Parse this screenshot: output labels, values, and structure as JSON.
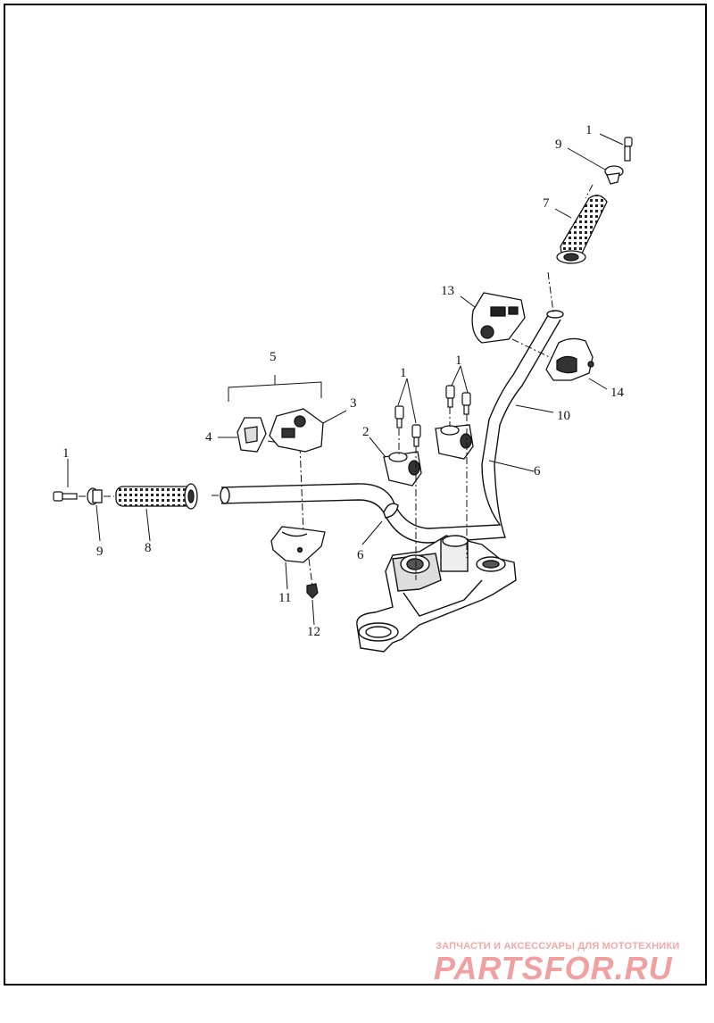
{
  "callouts": {
    "c1_top": "1",
    "c9_top": "9",
    "c7": "7",
    "c13": "13",
    "c14": "14",
    "c10": "10",
    "c1_mid_a": "1",
    "c1_mid_b": "1",
    "c5": "5",
    "c3": "3",
    "c4": "4",
    "c2": "2",
    "c6_right": "6",
    "c1_left": "1",
    "c9_left": "9",
    "c8": "8",
    "c6_left": "6",
    "c11": "11",
    "c12": "12"
  },
  "watermark": {
    "tagline": "ЗАПЧАСТИ И АКСЕССУАРЫ ДЛЯ МОТОТЕХНИКИ",
    "logo": "PARTSFOR.RU"
  },
  "colors": {
    "line": "#111111",
    "watermark": "#f0a0a0"
  }
}
